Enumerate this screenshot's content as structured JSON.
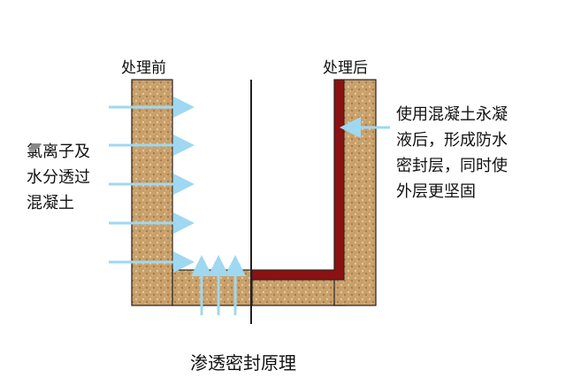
{
  "labels": {
    "before": "处理前",
    "after": "处理后",
    "left_note": [
      "氯离子及",
      "水分透过",
      "混凝土"
    ],
    "right_note": [
      "使用混凝土永凝",
      "液后，形成防水",
      "密封层，同时使",
      "外层更坚固"
    ],
    "title": "渗透密封原理"
  },
  "colors": {
    "concrete": "#c9a06a",
    "sealant": "#8b1212",
    "arrow": "#9fd8f0",
    "line": "#222222"
  }
}
